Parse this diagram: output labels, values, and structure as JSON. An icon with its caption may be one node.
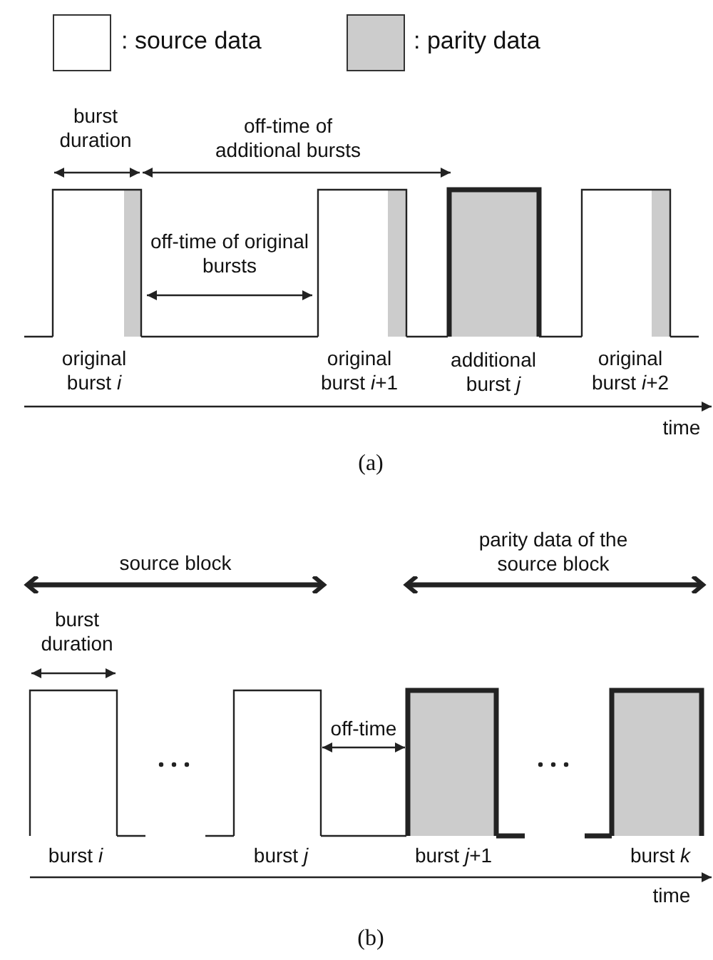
{
  "diagram": {
    "labels": [
      "burst duration",
      "off-time of additional bursts",
      "off-time of original bursts",
      "original burst *i*",
      "original burst *i*+1",
      "additional burst *j*",
      "original burst *i*+2",
      "time",
      "(a)",
      "source block",
      "parity data of the source block",
      "burst duration",
      "off-time",
      "burst *i*",
      "burst *j*",
      "burst *j*+1",
      "burst *k*",
      "time",
      "(b)"
    ],
    "legend": [
      {
        "text": ": source data",
        "color": "#ffffff"
      },
      {
        "text": ": parity data",
        "color": "#cccccc"
      }
    ]
  }
}
